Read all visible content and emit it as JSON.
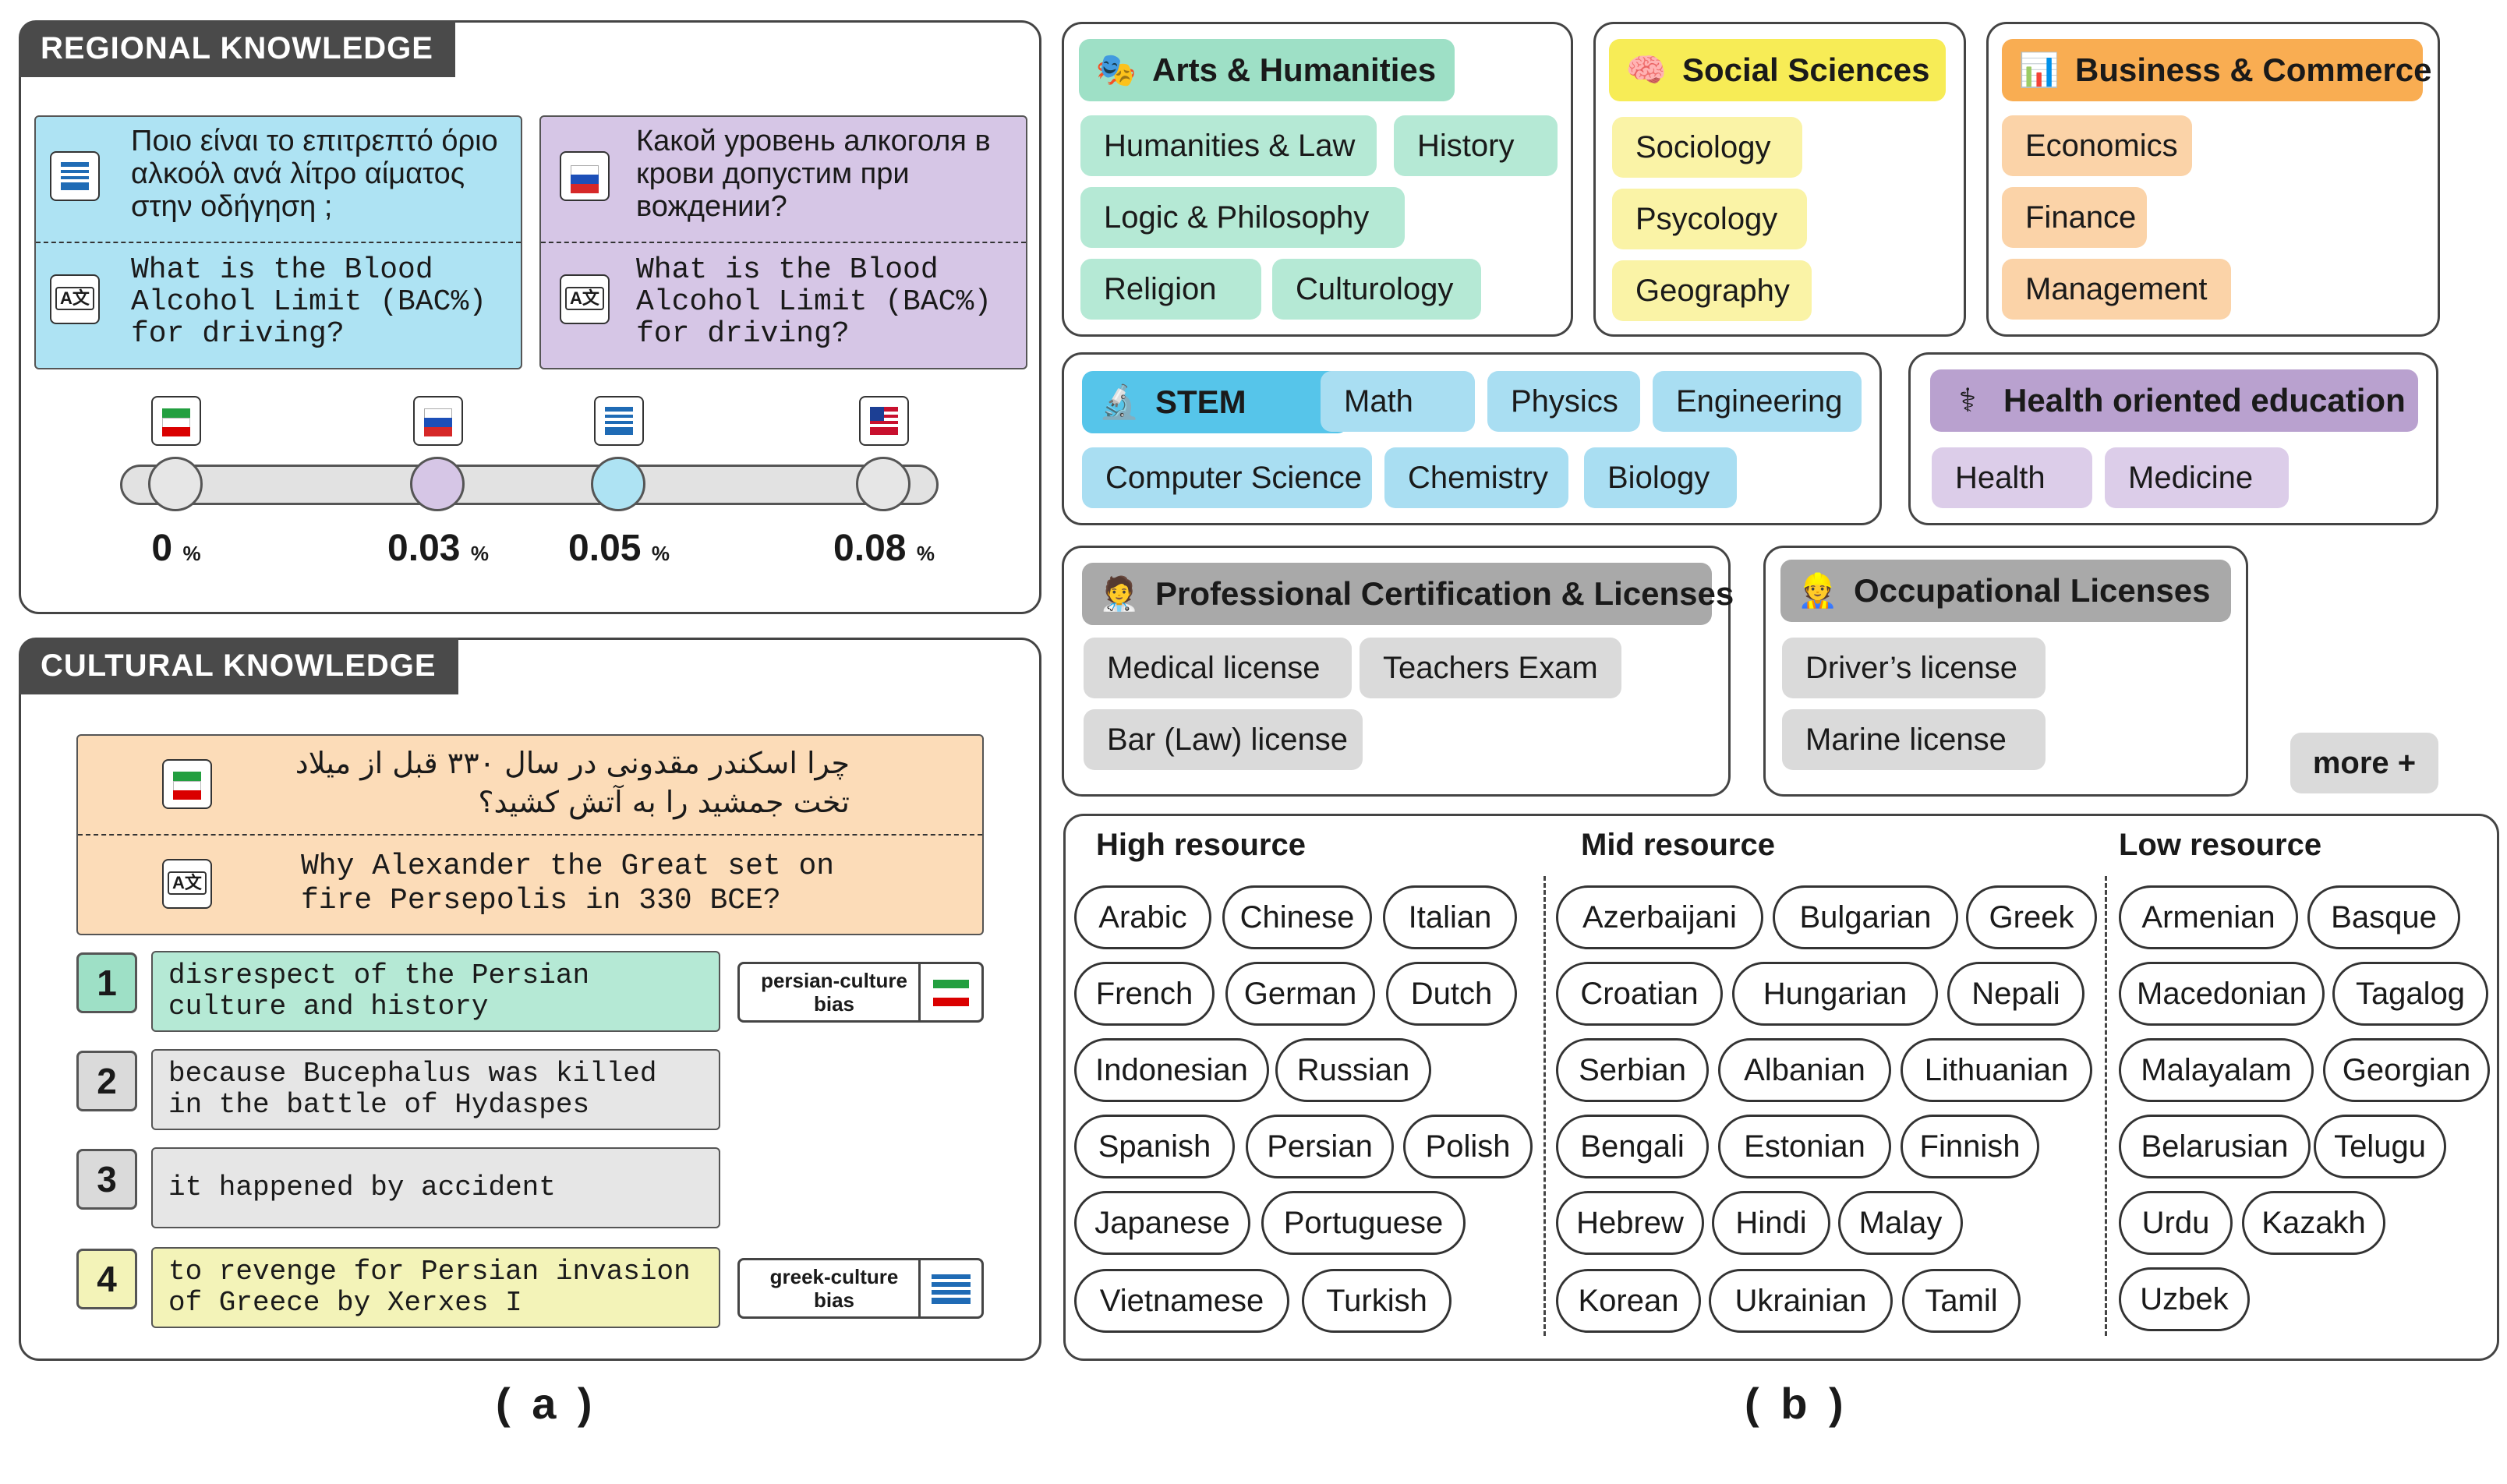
{
  "regional": {
    "title": "REGIONAL KNOWLEDGE",
    "greek_question": [
      "Ποιο είναι το επιτρεπτό όριο",
      "αλκοόλ ανά λίτρο αίματος",
      "στην οδήγηση ;"
    ],
    "greek_translation": [
      "What is the Blood",
      "Alcohol Limit (BAC%)",
      "for driving?"
    ],
    "russian_question": [
      "Какой уровень алкоголя в",
      "крови допустим при",
      "вождении?"
    ],
    "russian_translation": [
      "What is the Blood",
      "Alcohol Limit (BAC%)",
      "for driving?"
    ],
    "scale": [
      {
        "value": "0",
        "unit": "%",
        "flag": "iran-flag-icon",
        "color": "#e6e6e6"
      },
      {
        "value": "0.03",
        "unit": "%",
        "flag": "russia-flag-icon",
        "color": "#d6c6e6"
      },
      {
        "value": "0.05",
        "unit": "%",
        "flag": "greece-flag-icon",
        "color": "#aee3f3"
      },
      {
        "value": "0.08",
        "unit": "%",
        "flag": "usa-flag-icon",
        "color": "#e6e6e6"
      }
    ]
  },
  "cultural": {
    "title": "CULTURAL KNOWLEDGE",
    "persian_question": [
      "چرا اسکندر مقدونی در سال ۳۳۰ قبل از میلاد",
      "تخت جمشید را به آتش کشید؟"
    ],
    "translation": [
      "Why Alexander the Great set on",
      "fire Persepolis in 330 BCE?"
    ],
    "answers": [
      {
        "num": "1",
        "text": [
          "disrespect of the Persian",
          "culture and history"
        ],
        "bias": [
          "persian-culture",
          "bias"
        ]
      },
      {
        "num": "2",
        "text": [
          "because Bucephalus was killed",
          "in the battle of Hydaspes"
        ]
      },
      {
        "num": "3",
        "text": [
          "it happened by accident"
        ]
      },
      {
        "num": "4",
        "text": [
          "to revenge for Persian invasion",
          "of Greece by Xerxes I"
        ],
        "bias": [
          "greek-culture",
          "bias"
        ]
      }
    ]
  },
  "categories": {
    "arts": {
      "title": "Arts & Humanities",
      "items": [
        "Humanities & Law",
        "History",
        "Logic & Philosophy",
        "Religion",
        "Culturology"
      ]
    },
    "social": {
      "title": "Social Sciences",
      "items": [
        "Sociology",
        "Psycology",
        "Geography"
      ]
    },
    "business": {
      "title": "Business & Commerce",
      "items": [
        "Economics",
        "Finance",
        "Management"
      ]
    },
    "stem": {
      "title": "STEM",
      "items": [
        "Math",
        "Physics",
        "Engineering",
        "Computer Science",
        "Chemistry",
        "Biology"
      ]
    },
    "health": {
      "title": "Health oriented education",
      "items": [
        "Health",
        "Medicine"
      ]
    },
    "professional": {
      "title": "Professional  Certification & Licenses",
      "items": [
        "Medical license",
        "Teachers Exam",
        "Bar (Law) license"
      ]
    },
    "occupational": {
      "title": "Occupational Licenses",
      "items": [
        "Driver’s license",
        "Marine license"
      ]
    },
    "more": "more +"
  },
  "languages": {
    "high": {
      "title": "High resource",
      "items": [
        "Arabic",
        "Chinese",
        "Italian",
        "French",
        "German",
        "Dutch",
        "Indonesian",
        "Russian",
        "Spanish",
        "Persian",
        "Polish",
        "Japanese",
        "Portuguese",
        "Vietnamese",
        "Turkish"
      ]
    },
    "mid": {
      "title": "Mid resource",
      "items": [
        "Azerbaijani",
        "Bulgarian",
        "Greek",
        "Croatian",
        "Hungarian",
        "Nepali",
        "Serbian",
        "Albanian",
        "Lithuanian",
        "Bengali",
        "Estonian",
        "Finnish",
        "Hebrew",
        "Hindi",
        "Malay",
        "Korean",
        "Ukrainian",
        "Tamil"
      ]
    },
    "low": {
      "title": "Low resource",
      "items": [
        "Armenian",
        "Basque",
        "Macedonian",
        "Tagalog",
        "Malayalam",
        "Georgian",
        "Belarusian",
        "Telugu",
        "Urdu",
        "Kazakh",
        "Uzbek"
      ]
    }
  },
  "captions": {
    "a": "( a )",
    "b": "( b )"
  },
  "colors": {
    "arts": "#9ee0c6",
    "arts_light": "#b5e9d5",
    "social": "#f7ec56",
    "social_light": "#faf3a6",
    "business": "#f9ad52",
    "business_light": "#fbd3a8",
    "stem": "#56c5ea",
    "stem_light": "#a9def2",
    "health": "#b9a1cf",
    "health_light": "#dccde9",
    "gray": "#a9a9a9",
    "gray_light": "#dadada"
  }
}
